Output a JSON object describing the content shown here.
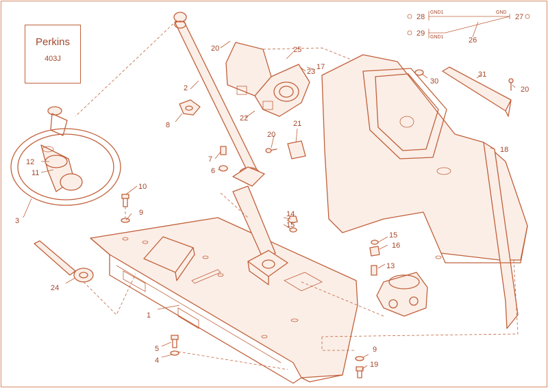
{
  "brand": {
    "name": "Perkins",
    "model": "403J"
  },
  "colors": {
    "line": "#c0603a",
    "text": "#a3472a",
    "fill": "#fbeee7"
  },
  "part_labels": {
    "p1": "1",
    "p2": "2",
    "p3": "3",
    "p4": "4",
    "p5": "5",
    "p6": "6",
    "p7": "7",
    "p8": "8",
    "p9a": "9",
    "p9b": "9",
    "p10": "10",
    "p11": "11",
    "p12": "12",
    "p13": "13",
    "p14": "14",
    "p15a": "15",
    "p15b": "15",
    "p16": "16",
    "p17": "17",
    "p18": "18",
    "p19": "19",
    "p20a": "20",
    "p20b": "20",
    "p20c": "20",
    "p21": "21",
    "p22": "22",
    "p23": "23",
    "p24": "24",
    "p25": "25",
    "p26": "26",
    "p27": "27",
    "p28": "28",
    "p29": "29",
    "p30": "30",
    "p31": "31"
  },
  "wiring": {
    "gnd1_top": "GND1",
    "gnd": "GND",
    "gnd1_bottom": "GND1"
  }
}
